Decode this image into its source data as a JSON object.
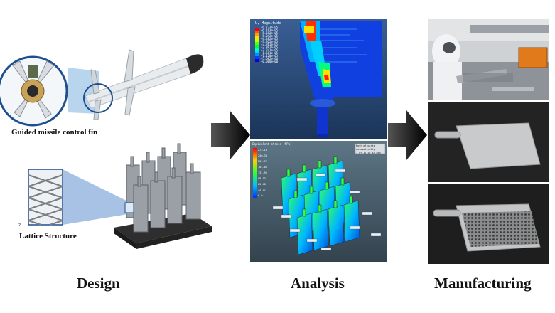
{
  "captions": {
    "missile": "Guided missile control fin",
    "lattice": "Lattice Structure"
  },
  "stages": {
    "design": "Design",
    "analysis": "Analysis",
    "manufacturing": "Manufacturing"
  },
  "analysis_top": {
    "legend_title": "U, Magnitude",
    "legend_values": [
      "+6.723e-05",
      "+6.163e-05",
      "+5.602e-05",
      "+5.042e-05",
      "+4.482e-05",
      "+3.922e-05",
      "+3.361e-05",
      "+2.801e-05",
      "+2.241e-05",
      "+1.681e-05",
      "+1.120e-05",
      "+5.602e-06",
      "+0.000e+00"
    ]
  },
  "analysis_bottom": {
    "legend_title": "Equivalent stress (MPa)",
    "legend_values": [
      "273.13",
      "240.35",
      "201.57",
      "164.85",
      "131.91",
      "98.13",
      "65.48",
      "32.77",
      "0.0"
    ],
    "info_line1": "Most of parts automatically",
    "info_line2": "1 of 12 in 43 min"
  },
  "colors": {
    "abaqus_bg": "#2a4a7a",
    "ansys_bg": "#4a6170",
    "arrow": "#111111"
  }
}
